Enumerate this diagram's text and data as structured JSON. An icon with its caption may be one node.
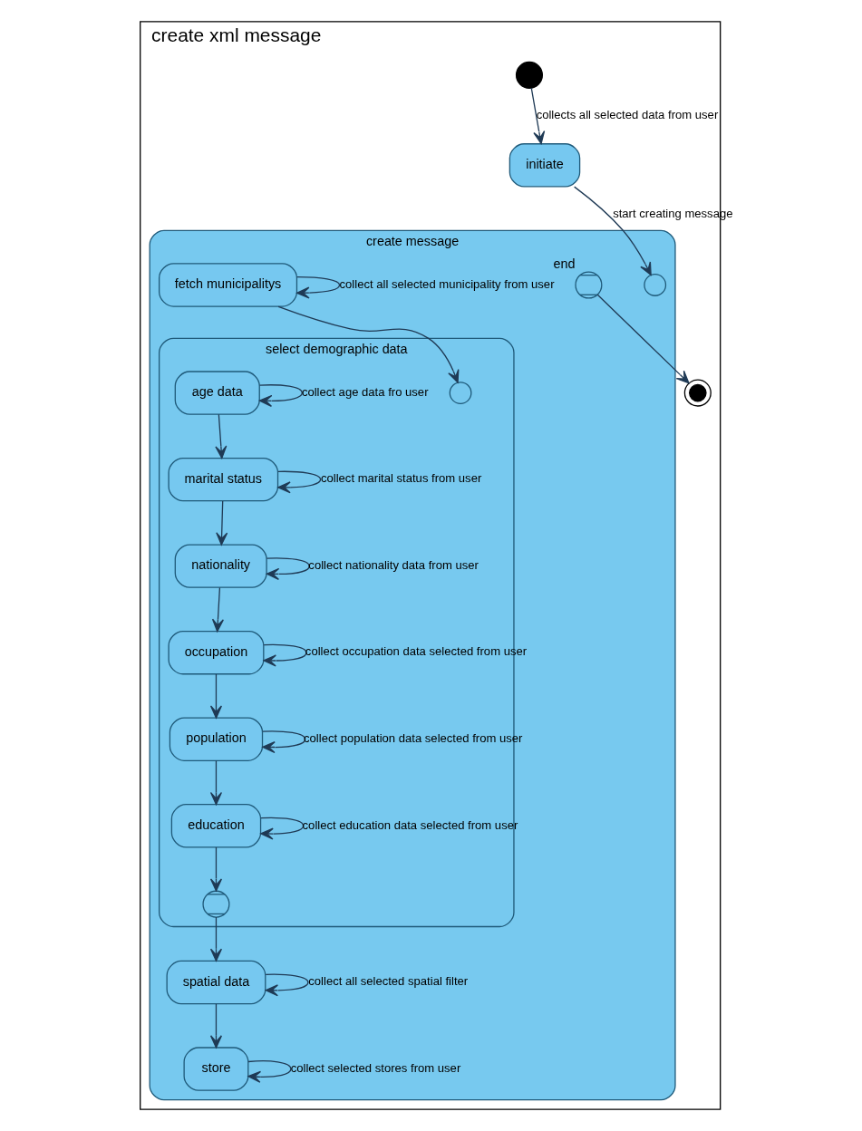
{
  "diagram": {
    "nodes": [
      {
        "text": [
          "create xml message"
        ]
      },
      {
        "text": [],
        "shape": "circle",
        "in": 0
      },
      {
        "text": [
          "initiate"
        ],
        "in": 0
      },
      {
        "text": [
          "create message"
        ],
        "in": 0
      },
      {
        "text": [],
        "shape": "circle",
        "in": 3
      },
      {
        "text": [],
        "shape": "circle",
        "beside": [
          "end"
        ],
        "in": 3
      },
      {
        "text": [],
        "shape": "circle",
        "in": 0
      },
      {
        "text": [
          "fetch municipalitys"
        ],
        "in": 3
      },
      {
        "text": [
          "select demographic data"
        ],
        "in": 3
      },
      {
        "text": [],
        "shape": "circle",
        "in": 8
      },
      {
        "text": [
          "age data"
        ],
        "in": 8
      },
      {
        "text": [
          "occupation"
        ],
        "in": 8
      },
      {
        "text": [
          "population"
        ],
        "in": 8
      },
      {
        "text": [
          "marital status"
        ],
        "in": 8
      },
      {
        "text": [
          "nationality"
        ],
        "in": 8
      },
      {
        "text": [
          "education"
        ],
        "in": 8
      },
      {
        "text": [],
        "shape": "circle",
        "in": 8
      },
      {
        "text": [
          "spatial data"
        ],
        "in": 3
      },
      {
        "text": [
          "store"
        ],
        "in": 3
      }
    ],
    "edges": [
      {
        "from": 1,
        "to": 2,
        "arrow": "to",
        "label": "collects all selected data from user"
      },
      {
        "from": 2,
        "to": 4,
        "arrow": "to",
        "label": "start creating message"
      },
      {
        "from": 5,
        "to": 6,
        "arrow": "to"
      },
      {
        "from": 7,
        "to": 7,
        "arrow": "to",
        "label": "collect all selected municipality from user"
      },
      {
        "from": 7,
        "to": 9,
        "arrow": "to"
      },
      {
        "from": 10,
        "to": 10,
        "arrow": "to",
        "label": "collect age data fro user"
      },
      {
        "from": 10,
        "to": 13,
        "arrow": "to"
      },
      {
        "from": 13,
        "to": 13,
        "arrow": "to",
        "label": "collect marital status from user"
      },
      {
        "from": 13,
        "to": 14,
        "arrow": "to"
      },
      {
        "from": 14,
        "to": 14,
        "arrow": "to",
        "label": "collect nationality data from user"
      },
      {
        "from": 14,
        "to": 11,
        "arrow": "to"
      },
      {
        "from": 11,
        "to": 11,
        "arrow": "to",
        "label": "collect occupation data selected from user"
      },
      {
        "from": 11,
        "to": 12,
        "arrow": "to"
      },
      {
        "from": 12,
        "to": 12,
        "arrow": "to",
        "label": "collect population data selected from user"
      },
      {
        "from": 12,
        "to": 15,
        "arrow": "to"
      },
      {
        "from": 15,
        "to": 15,
        "arrow": "to",
        "label": "collect education data selected from user"
      },
      {
        "from": 15,
        "to": 16,
        "arrow": "to"
      },
      {
        "from": 16,
        "to": 17,
        "arrow": "to"
      },
      {
        "from": 17,
        "to": 17,
        "arrow": "to",
        "label": "collect all selected spatial filter"
      },
      {
        "from": 17,
        "to": 18,
        "arrow": "to"
      },
      {
        "from": 18,
        "to": 18,
        "arrow": "to",
        "label": "collect selected stores from user"
      }
    ]
  }
}
